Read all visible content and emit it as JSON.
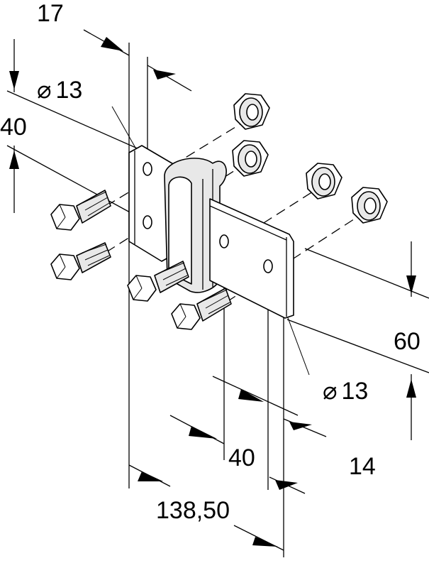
{
  "dimensions": {
    "top_width": "17",
    "top_hole": "13",
    "left_height": "40",
    "right_height": "60",
    "right_hole": "13",
    "hole_spacing": "40",
    "flange_thickness": "14",
    "overall_length": "138,50"
  },
  "symbols": {
    "diameter": "⌀"
  },
  "hardware": {
    "bolt_count": 4,
    "nut_count": 4
  }
}
